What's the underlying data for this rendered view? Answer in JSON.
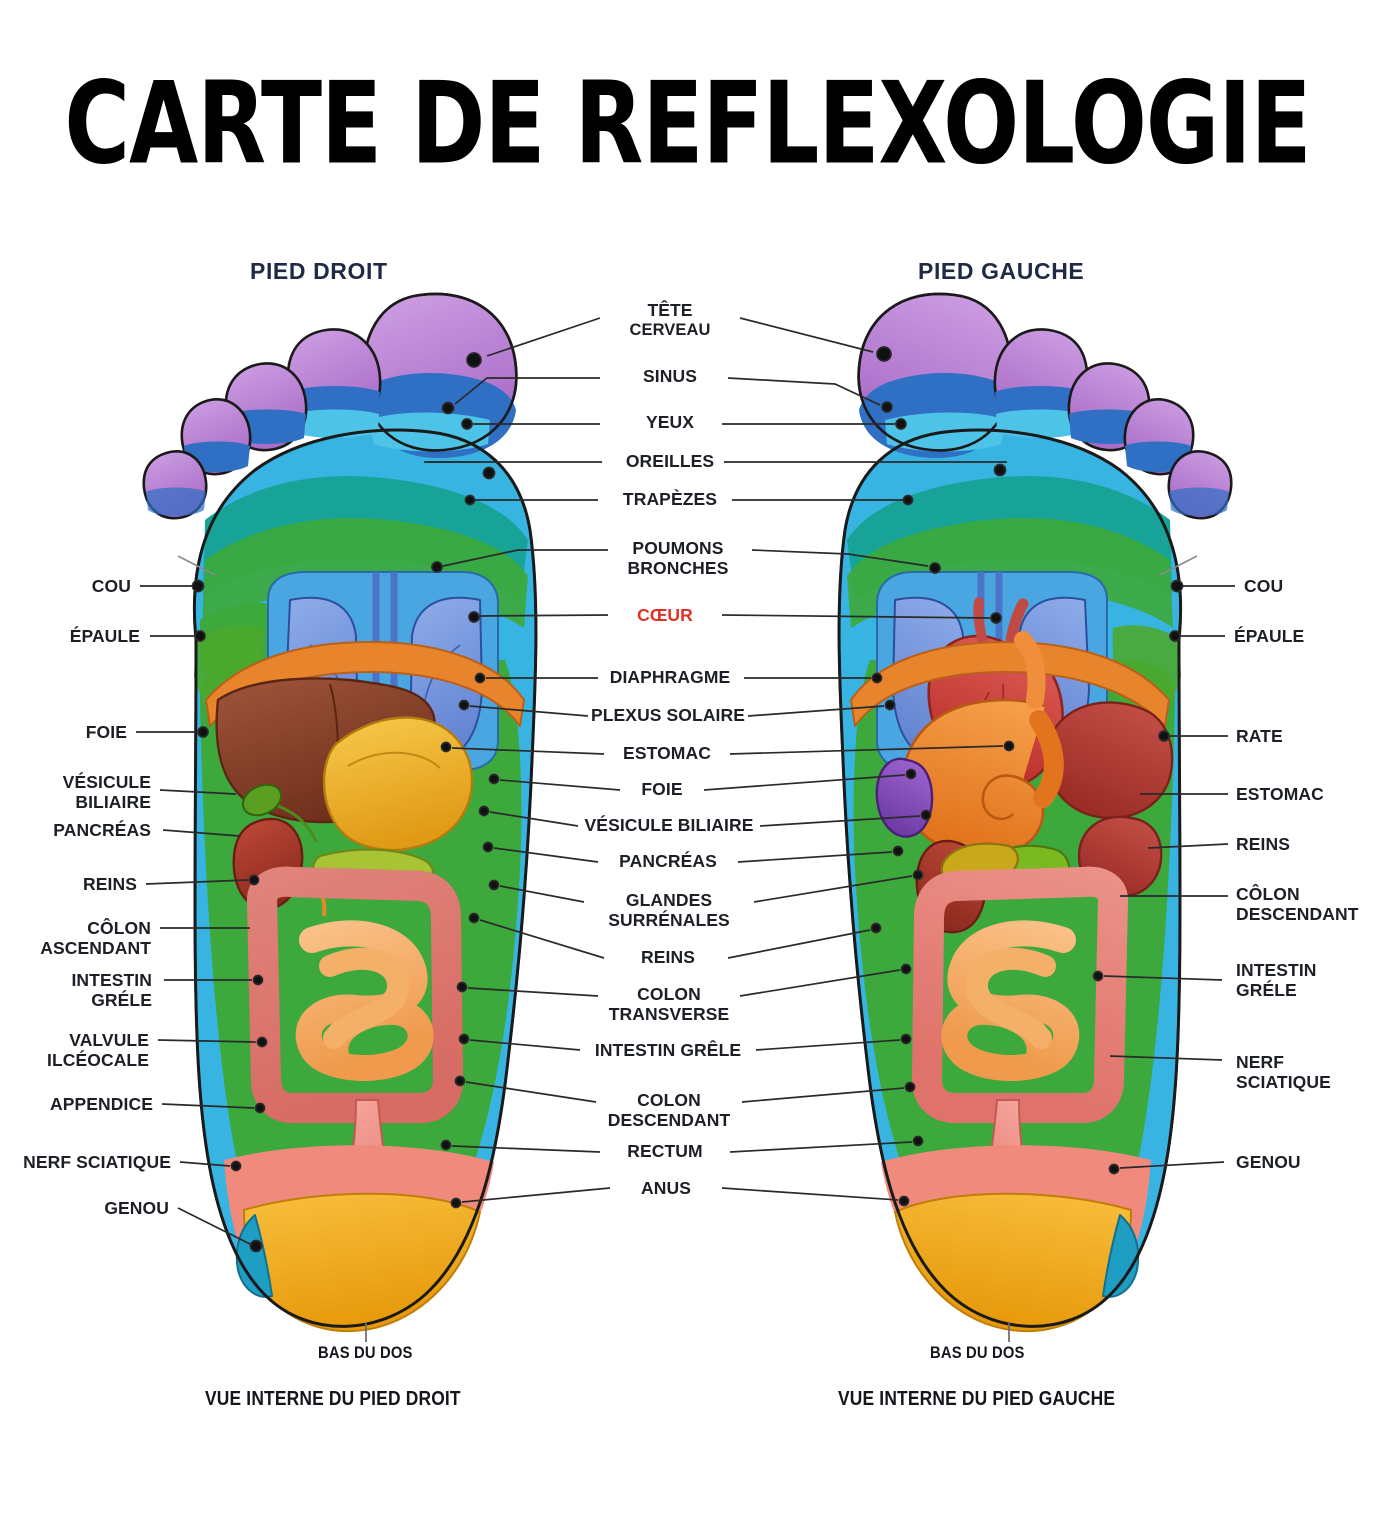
{
  "title": "CARTE DE REFLEXOLOGIE",
  "feet": {
    "right": {
      "heading": "PIED DROIT",
      "caption": "VUE INTERNE DU PIED DROIT",
      "heel_label": "BAS DU DOS"
    },
    "left": {
      "heading": "PIED GAUCHE",
      "caption": "VUE INTERNE DU PIED GAUCHE",
      "heel_label": "BAS DU DOS"
    }
  },
  "center_labels": [
    {
      "line1": "TÊTE",
      "line2": "CERVEAU",
      "color": "#1c1f26"
    },
    {
      "line1": "SINUS",
      "line2": "",
      "color": "#1c1f26"
    },
    {
      "line1": "YEUX",
      "line2": "",
      "color": "#1c1f26"
    },
    {
      "line1": "OREILLES",
      "line2": "",
      "color": "#1c1f26"
    },
    {
      "line1": "TRAPÈZES",
      "line2": "",
      "color": "#1c1f26"
    },
    {
      "line1": "POUMONS",
      "line2": "BRONCHES",
      "color": "#1c1f26"
    },
    {
      "line1": "CŒUR",
      "line2": "",
      "color": "#e03127"
    },
    {
      "line1": "DIAPHRAGME",
      "line2": "",
      "color": "#1c1f26"
    },
    {
      "line1": "PLEXUS SOLAIRE",
      "line2": "",
      "color": "#1c1f26"
    },
    {
      "line1": "ESTOMAC",
      "line2": "",
      "color": "#1c1f26"
    },
    {
      "line1": "FOIE",
      "line2": "",
      "color": "#1c1f26"
    },
    {
      "line1": "VÉSICULE BILIAIRE",
      "line2": "",
      "color": "#1c1f26"
    },
    {
      "line1": "PANCRÉAS",
      "line2": "",
      "color": "#1c1f26"
    },
    {
      "line1": "GLANDES",
      "line2": "SURRÉNALES",
      "color": "#1c1f26"
    },
    {
      "line1": "REINS",
      "line2": "",
      "color": "#1c1f26"
    },
    {
      "line1": "COLON",
      "line2": "TRANSVERSE",
      "color": "#1c1f26"
    },
    {
      "line1": "INTESTIN GRÊLE",
      "line2": "",
      "color": "#1c1f26"
    },
    {
      "line1": "COLON",
      "line2": "DESCENDANT",
      "color": "#1c1f26"
    },
    {
      "line1": "RECTUM",
      "line2": "",
      "color": "#1c1f26"
    },
    {
      "line1": "ANUS",
      "line2": "",
      "color": "#1c1f26"
    }
  ],
  "left_labels": [
    {
      "line1": "COU",
      "line2": ""
    },
    {
      "line1": "ÉPAULE",
      "line2": ""
    },
    {
      "line1": "FOIE",
      "line2": ""
    },
    {
      "line1": "VÉSICULE",
      "line2": "BILIAIRE"
    },
    {
      "line1": "PANCRÉAS",
      "line2": ""
    },
    {
      "line1": "REINS",
      "line2": ""
    },
    {
      "line1": "CÔLON",
      "line2": "ASCENDANT"
    },
    {
      "line1": "INTESTIN",
      "line2": "GRÉLE"
    },
    {
      "line1": "VALVULE",
      "line2": "ILCÉOCALE"
    },
    {
      "line1": "APPENDICE",
      "line2": ""
    },
    {
      "line1": "NERF SCIATIQUE",
      "line2": ""
    },
    {
      "line1": "GENOU",
      "line2": ""
    }
  ],
  "right_labels": [
    {
      "line1": "COU",
      "line2": ""
    },
    {
      "line1": "ÉPAULE",
      "line2": ""
    },
    {
      "line1": "RATE",
      "line2": ""
    },
    {
      "line1": "ESTOMAC",
      "line2": ""
    },
    {
      "line1": "REINS",
      "line2": ""
    },
    {
      "line1": "CÔLON",
      "line2": "DESCENDANT"
    },
    {
      "line1": "INTESTIN",
      "line2": "GRÉLE"
    },
    {
      "line1": "NERF",
      "line2": "SCIATIQUE"
    },
    {
      "line1": "GENOU",
      "line2": ""
    }
  ],
  "palette": {
    "toe_purple": "#b77fd4",
    "band_blue": "#2f6fc4",
    "band_lightblue": "#4ec3e8",
    "zone_teal": "#17a398",
    "zone_green": "#3da93d",
    "zone_cyan": "#38b4e3",
    "lung_blue": "#7396e0",
    "diaphragm_orange": "#e8852c",
    "liver_brown": "#8a4028",
    "liver_red": "#b73a32",
    "stomach_yellow": "#f0b32a",
    "stomach_orange": "#f08a30",
    "gallbladder_green": "#5a9e22",
    "kidney_red": "#a83428",
    "pancreas_olive": "#a8c334",
    "colon_pink": "#f0918a",
    "intestine_orange": "#f4aa63",
    "spleen_purple": "#8a52c0",
    "heart_red": "#d1453f",
    "heel_gold": "#f0ab20",
    "rectum_salmon": "#ef8a7c",
    "knee_teal": "#1f9ec4",
    "outline": "#1a1a1a",
    "leader": "#2a2a2a",
    "heading": "#1f2a44",
    "coeur_red": "#e03127"
  }
}
